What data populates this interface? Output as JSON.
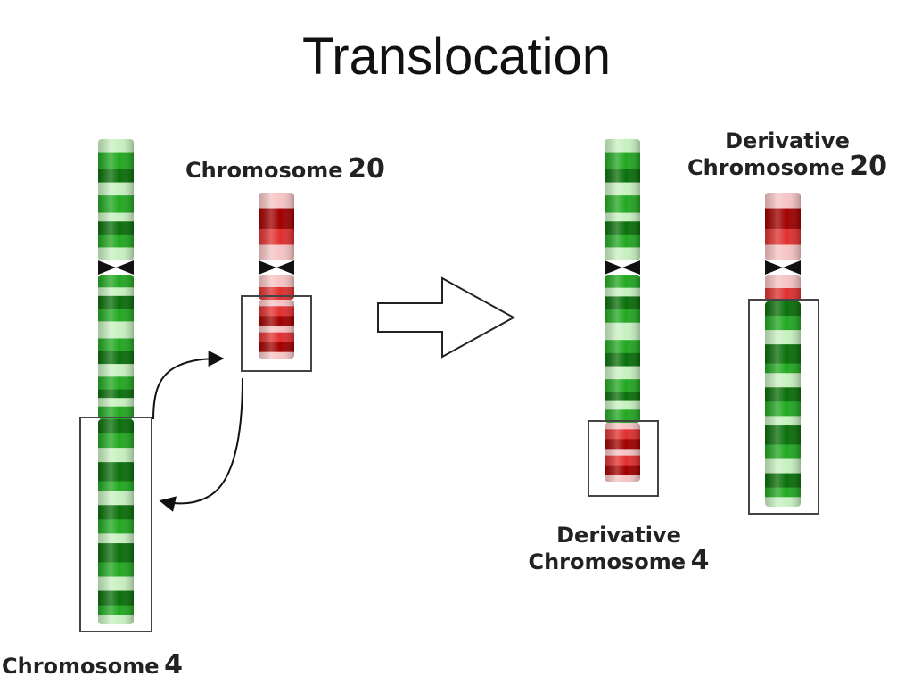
{
  "title": "Translocation",
  "labels": {
    "chr4": {
      "word": "Chromosome",
      "number": "4"
    },
    "chr20": {
      "word": "Chromosome",
      "number": "20"
    },
    "der20": {
      "line1": "Derivative",
      "word": "Chromosome",
      "number": "20"
    },
    "der4": {
      "line1": "Derivative",
      "word": "Chromosome",
      "number": "4"
    }
  },
  "colors": {
    "green_dark": "#0a6f0a",
    "green_mid": "#22a822",
    "green_light": "#c8f0c0",
    "red_dark": "#a00000",
    "red_mid": "#e03030",
    "red_light": "#f6c4c4",
    "centromere": "#111111",
    "box_outline": "#444444",
    "arrow": "#111111"
  },
  "icons": {
    "transfer_arrow": "curved-double-arrow",
    "result_arrow": "hollow-right-arrow"
  }
}
